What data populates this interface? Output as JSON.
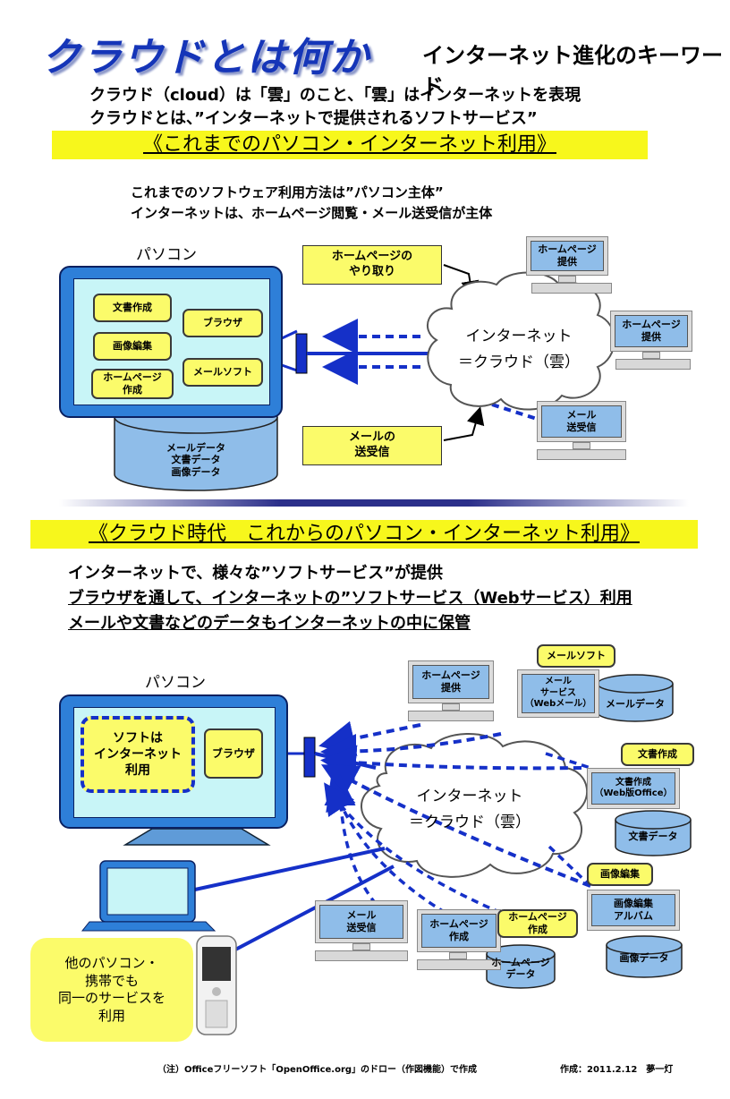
{
  "header": {
    "title": "クラウドとは何か",
    "subtitle": "インターネット進化のキーワード",
    "intro_line1": "クラウド（cloud）は「雲」のこと、「雲」はインターネットを表現",
    "intro_line2": "クラウドとは、”インターネットで提供されるソフトサービス”"
  },
  "section1": {
    "band": "《これまでのパソコン・インターネット利用》",
    "desc_line1": "これまでのソフトウェア利用方法は”パソコン主体”",
    "desc_line2": "インターネットは、ホームページ閲覧・メール送受信が主体",
    "pc_label": "パソコン",
    "apps_left": [
      "文書作成",
      "画像編集",
      "ホームページ\n作成"
    ],
    "apps_right": [
      "ブラウザ",
      "メールソフト"
    ],
    "disk": "メールデータ\n文書データ\n画像データ",
    "callout_homepage": "ホームページの\nやり取り",
    "callout_mail": "メールの\n送受信",
    "cloud": "インターネット\n＝クラウド（雲）",
    "servers": [
      "ホームページ\n提供",
      "ホームページ\n提供",
      "メール\n送受信"
    ]
  },
  "section2": {
    "band": "《クラウド時代　これからのパソコン・インターネット利用》",
    "line1": "インターネットで、様々な”ソフトサービス”が提供",
    "line2": "ブラウザを通して、インターネットの”ソフトサービス（Webサービス）利用",
    "line3": "メールや文書などのデータもインターネットの中に保管",
    "pc_label": "パソコン",
    "soft_box": "ソフトは\nインターネット\n利用",
    "browser": "ブラウザ",
    "cloud": "インターネット\n＝クラウド（雲）",
    "other_devices": "他のパソコン・\n携帯でも\n同一のサービスを\n利用",
    "server_homepage": "ホームページ\n提供",
    "tag_mailsoft": "メールソフト",
    "server_mail": "メール\nサービス\n（Webメール）",
    "db_mail": "メールデータ",
    "tag_doc": "文書作成",
    "server_doc": "文書作成\n（Web版Office）",
    "db_doc": "文書データ",
    "tag_image": "画像編集",
    "server_image": "画像編集\nアルバム",
    "db_image": "画像データ",
    "server_mail_send": "メール\n送受信",
    "server_hp_make": "ホームページ\n作成",
    "tag_hp_make": "ホームページ\n作成",
    "db_hp": "ホームページ\nデータ"
  },
  "footer": {
    "note": "（注）Officeフリーソフト「OpenOffice.org」のドロー（作図機能）で作成",
    "credit": "作成：2011.2.12　夢一灯"
  }
}
